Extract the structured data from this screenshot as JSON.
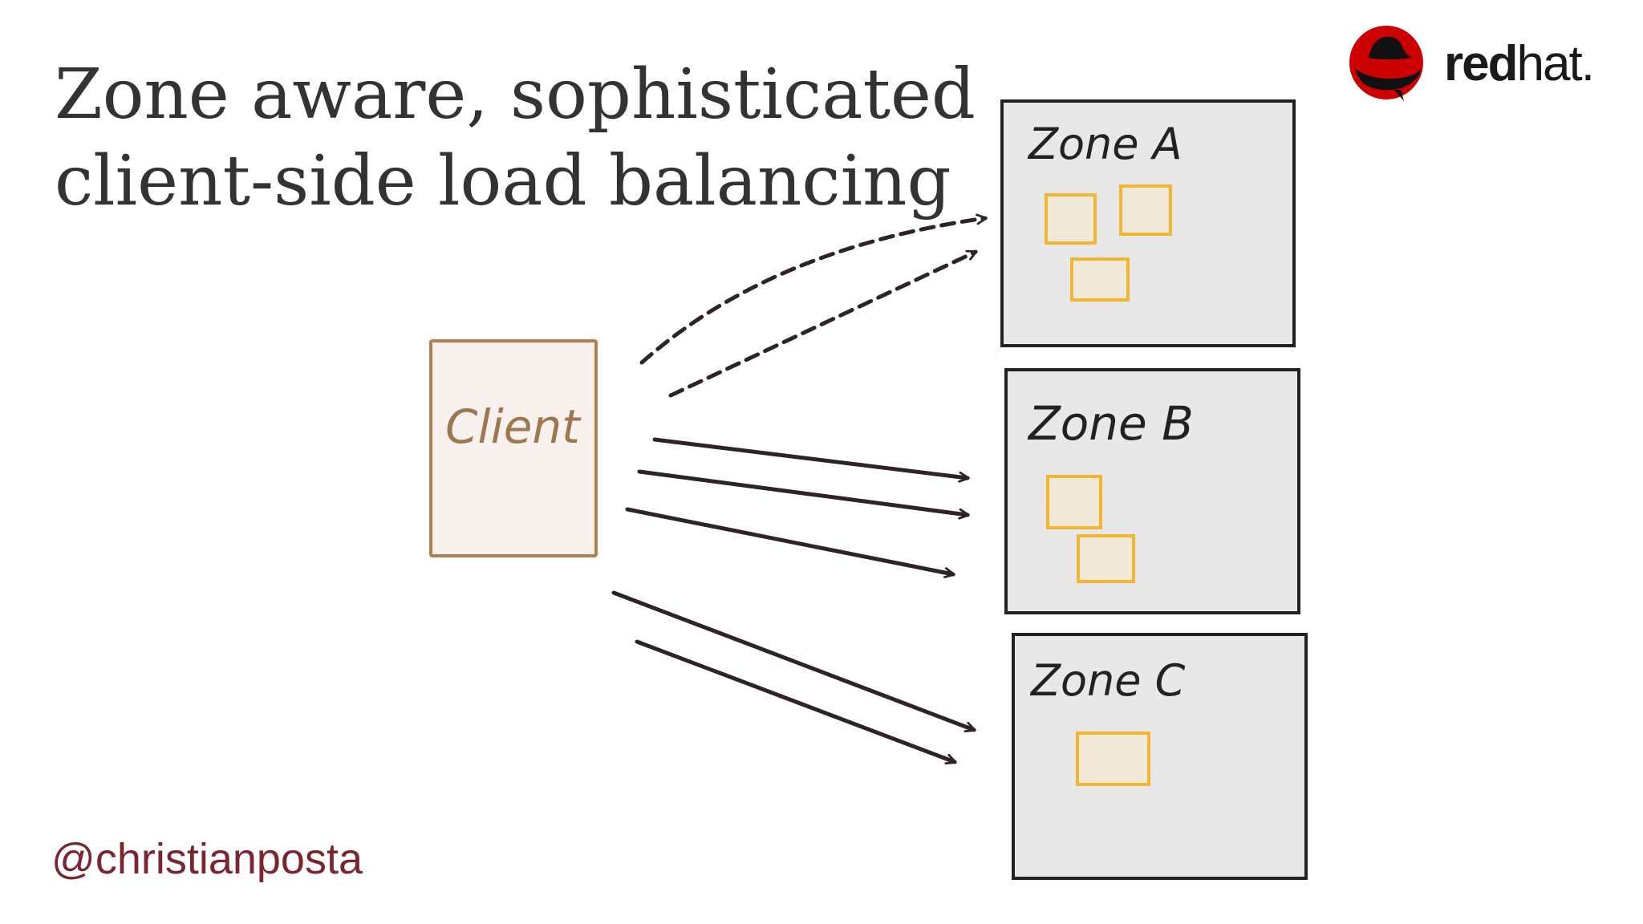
{
  "slide": {
    "title_line1": "Zone aware, sophisticated",
    "title_line2": "client-side load balancing",
    "author_handle": "@christianposta"
  },
  "logo": {
    "icon": "redhat-fedora-icon",
    "word_bold": "red",
    "word_light": "hat",
    "mark": "."
  },
  "diagram": {
    "client_label": "Client",
    "zones": [
      {
        "label": "Zone A",
        "instances": 3
      },
      {
        "label": "Zone B",
        "instances": 2
      },
      {
        "label": "Zone C",
        "instances": 1
      }
    ]
  },
  "colors": {
    "title": "#333333",
    "handle": "#7a2630",
    "client_border": "#b08050",
    "client_fill": "#f8f1ee",
    "zone_fill": "#e8e8e8",
    "zone_border": "#222222",
    "instance_border": "#f2b632",
    "instance_fill": "#f0e9d8",
    "arrow": "#2e2424",
    "redhat_red": "#cc0000"
  }
}
